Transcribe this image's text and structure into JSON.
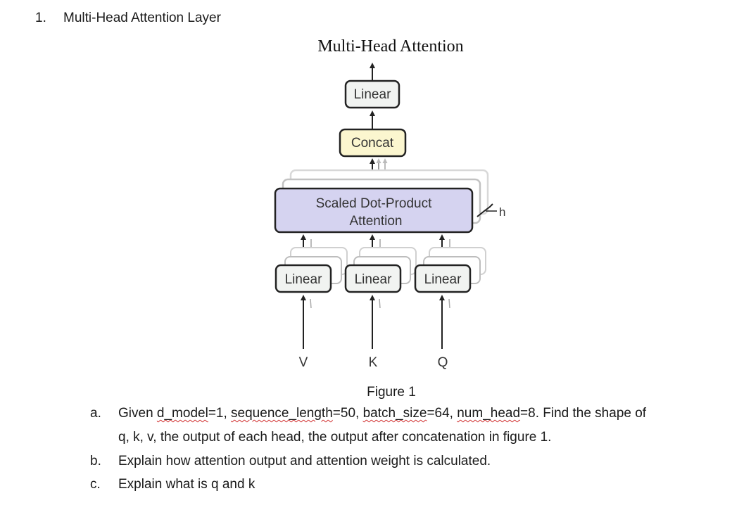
{
  "heading": {
    "number": "1.",
    "text": "Multi-Head Attention Layer"
  },
  "figure": {
    "title": "Multi-Head Attention",
    "caption": "Figure 1",
    "blocks": {
      "linear_top": "Linear",
      "concat": "Concat",
      "attention_line1": "Scaled Dot-Product",
      "attention_line2": "Attention",
      "linear_v": "Linear",
      "linear_k": "Linear",
      "linear_q": "Linear",
      "heads_label": "h"
    },
    "inputs": {
      "v": "V",
      "k": "K",
      "q": "Q"
    },
    "colors": {
      "concat_fill": "#fbf6cf",
      "attention_fill": "#d5d3f0",
      "linear_fill": "#f1f3f1",
      "stroke": "#222222"
    }
  },
  "questions": {
    "a": {
      "letter": "a.",
      "line1_prefix": "Given ",
      "term1": "d_model",
      "t2": "=1, ",
      "term2": "sequence_length",
      "t3": "=50, ",
      "term3": "batch_size",
      "t4": "=64, ",
      "term4": "num_head",
      "t5": "=8. Find the shape of",
      "line2": "q, k, v, the output of each head, the output after concatenation in figure 1."
    },
    "b": {
      "letter": "b.",
      "text": "Explain how attention output and attention weight is calculated."
    },
    "c": {
      "letter": "c.",
      "text": "Explain what is q and k"
    }
  }
}
